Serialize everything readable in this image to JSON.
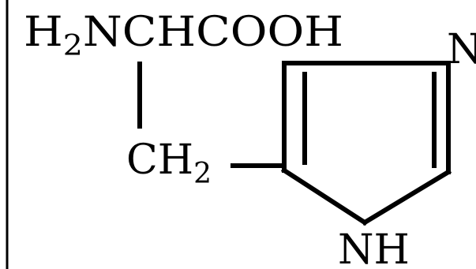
{
  "diagram": {
    "type": "structural-formula",
    "line_color": "#000000",
    "background": "#ffffff",
    "labels": {
      "backbone_main": "H",
      "backbone_sub": "2",
      "backbone_rest": "NCHCOOH",
      "ch2_main": "CH",
      "ch2_sub": "2",
      "ring_n": "N",
      "ring_nh": "NH"
    }
  }
}
